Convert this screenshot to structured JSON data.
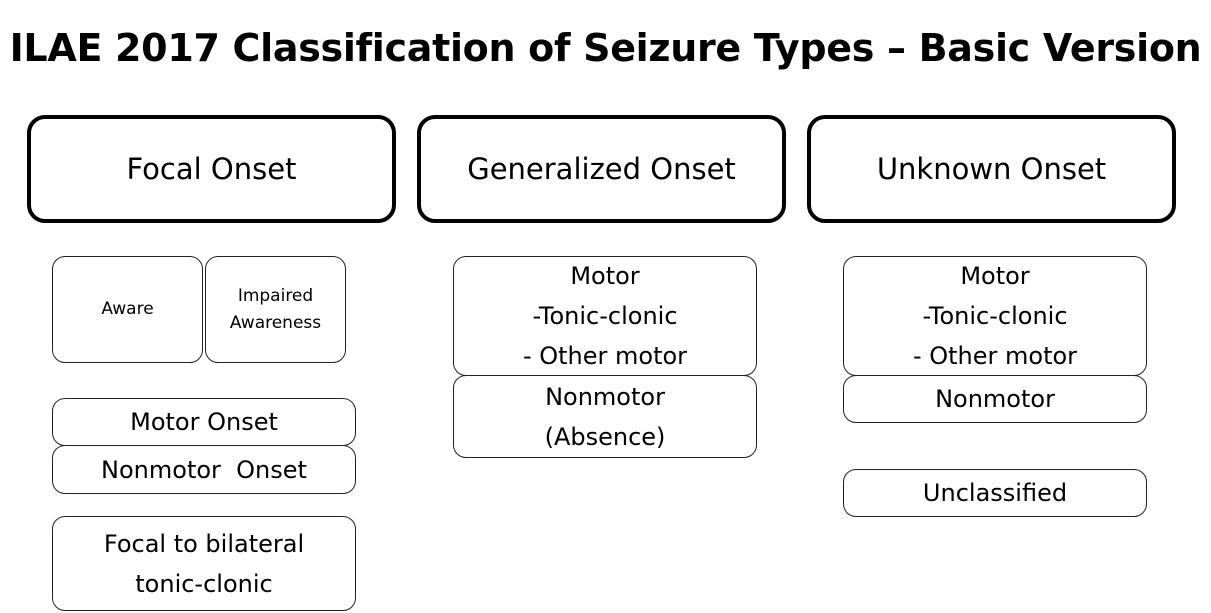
{
  "title": "ILAE 2017 Classification of Seizure Types – Basic Version",
  "columns": {
    "focal": {
      "header": "Focal Onset",
      "awareness": {
        "aware": "Aware",
        "impaired_line1": "Impaired",
        "impaired_line2": "Awareness"
      },
      "motor_onset": "Motor Onset",
      "nonmotor_onset": "Nonmotor  Onset",
      "bilateral_line1": "Focal to bilateral",
      "bilateral_line2": "tonic-clonic"
    },
    "generalized": {
      "header": "Generalized Onset",
      "motor_line1": "Motor",
      "motor_line2": "-Tonic-clonic",
      "motor_line3": "- Other motor",
      "nonmotor_line1": "Nonmotor",
      "nonmotor_line2": "(Absence)"
    },
    "unknown": {
      "header": "Unknown Onset",
      "motor_line1": "Motor",
      "motor_line2": "-Tonic-clonic",
      "motor_line3": "- Other motor",
      "nonmotor": "Nonmotor",
      "unclassified": "Unclassified"
    }
  }
}
